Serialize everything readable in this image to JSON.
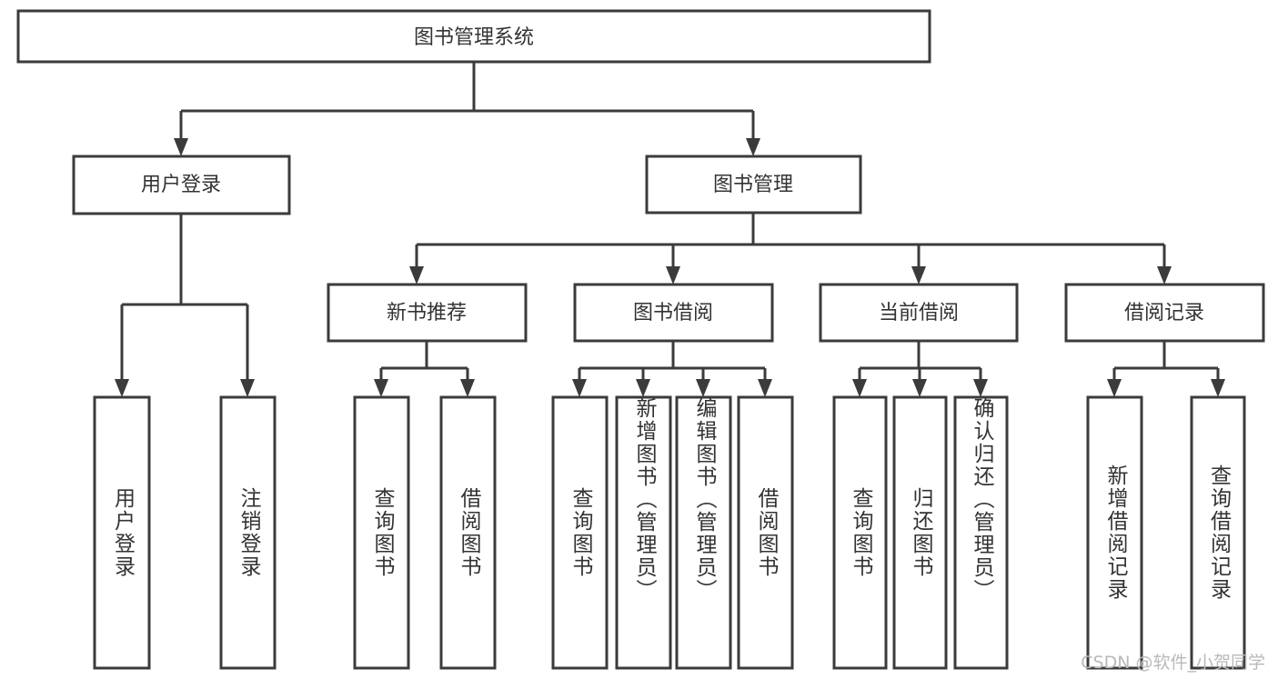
{
  "diagram": {
    "title": "图书管理系统",
    "type": "tree",
    "orientation": "top-down",
    "levels": 3,
    "root": {
      "label": "图书管理系统"
    },
    "level2": [
      {
        "label": "用户登录"
      },
      {
        "label": "图书管理"
      }
    ],
    "level3": [
      {
        "label": "新书推荐",
        "parent": "图书管理"
      },
      {
        "label": "图书借阅",
        "parent": "图书管理"
      },
      {
        "label": "当前借阅",
        "parent": "图书管理"
      },
      {
        "label": "借阅记录",
        "parent": "图书管理"
      }
    ],
    "leaves": {
      "user_login": [
        "用户登录",
        "注销登录"
      ],
      "new_book_recommend": [
        "查询图书",
        "借阅图书"
      ],
      "book_borrow": [
        "查询图书",
        "新增图书（管理员）",
        "编辑图书（管理员）",
        "借阅图书"
      ],
      "current_borrow": [
        "查询图书",
        "归还图书",
        "确认归还（管理员）"
      ],
      "borrow_record": [
        "新增借阅记录",
        "查询借阅记录"
      ]
    }
  },
  "watermark": {
    "text": "CSDN @软件_小贺同学"
  },
  "colors": {
    "stroke": "#3b3b3b",
    "fill": "#ffffff",
    "text": "#333333",
    "watermark": "#b9b9b9",
    "background": "#ffffff"
  }
}
